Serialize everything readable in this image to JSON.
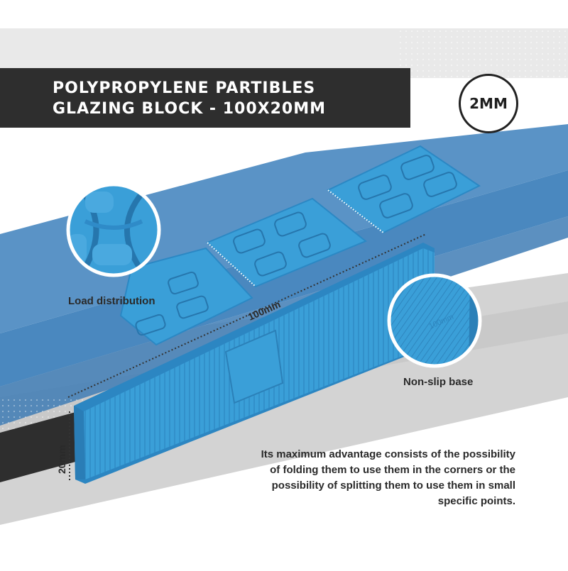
{
  "header": {
    "title_line1": "POLYPROPYLENE PARTIBLES",
    "title_line2": "GLAZING BLOCK - 100X20MM"
  },
  "badge": {
    "thickness": "2MM"
  },
  "labels": {
    "load_distribution": "Load distribution",
    "non_slip_base": "Non-slip base"
  },
  "dimensions": {
    "length": "100mm",
    "height": "20mm",
    "inner_length": "100mm"
  },
  "description": "Its maximum advantage consists of the possibility of folding them to use them in the corners or the possibility of splitting them to use them in small specific points.",
  "colors": {
    "product_blue": "#3a9fd8",
    "band_blue": "#4a8fc7",
    "title_bar": "#2e2e2e",
    "gray_band": "#d2d2d2"
  }
}
